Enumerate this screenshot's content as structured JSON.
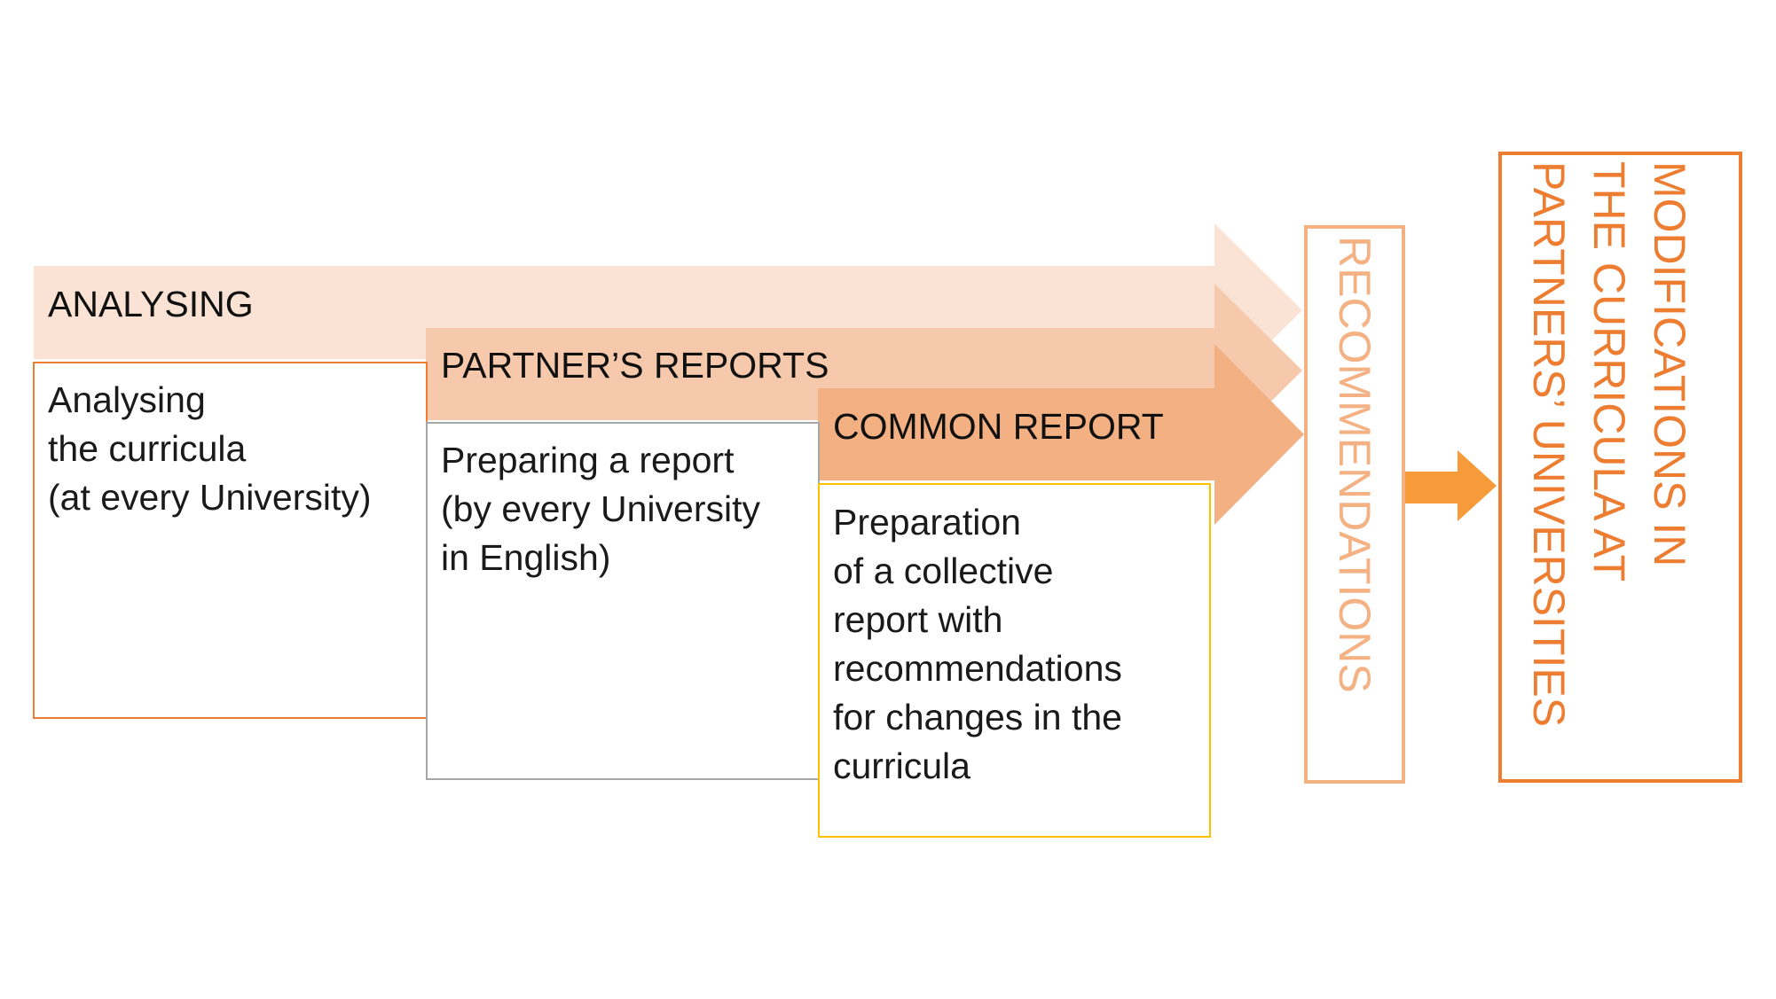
{
  "colors": {
    "stage1_fill": "#fae2d4",
    "stage2_fill": "#f6c9ac",
    "stage3_fill": "#f2b083",
    "stage1_border": "#ed7d31",
    "stage2_border": "#a6a6a6",
    "stage3_border": "#ffc000",
    "recommendations": "#f4b183",
    "connector_arrow": "#f79a3a",
    "modifications": "#ed7d31",
    "text": "#111111"
  },
  "stages": [
    {
      "header": "ANALYSING",
      "description": "Analysing\nthe curricula\n(at every University)"
    },
    {
      "header": "PARTNER’S REPORTS",
      "description": "Preparing a report\n(by every University\nin English)"
    },
    {
      "header": "COMMON REPORT",
      "description": "Preparation\nof a collective\nreport with\nrecommendations\nfor changes in the\ncurricula"
    }
  ],
  "outputs": {
    "recommendations": "RECOMMENDATIONS",
    "modifications": "MODIFICATIONS IN\nTHE CURRICULA AT\nPARTNERS’ UNIVERSITIES"
  },
  "icons": {
    "stage_arrow": "right-chevron-arrow",
    "connector": "right-arrow-icon"
  }
}
